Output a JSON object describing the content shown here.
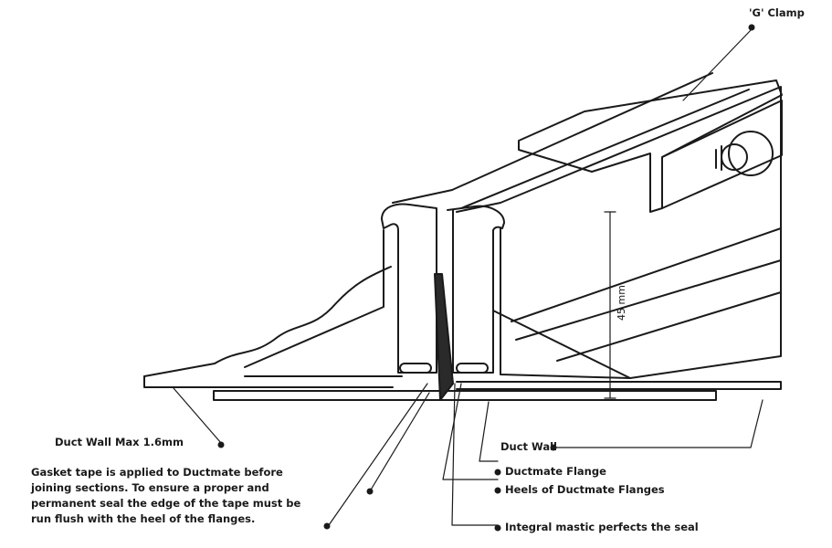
{
  "labels": {
    "g_clamp": "'G' Clamp",
    "duct_wall_max": "Duct Wall Max 1.6mm",
    "duct_wall": "Duct Wall",
    "ductmate_flange": "Ductmate Flange",
    "heels": "Heels of Ductmate Flanges",
    "mastic": "Integral mastic perfects the seal",
    "gasket_line1": "Gasket tape is applied to Ductmate before",
    "gasket_line2": "joining sections. To ensure a proper and",
    "gasket_line3": "permanent seal the edge of the tape must be",
    "gasket_line4": "run flush with the heel of the flanges.",
    "dimension": "45 mm"
  },
  "colors": {
    "ink": "#1a1a1a",
    "paper": "#ffffff",
    "shade": "#cfcfcf",
    "mastic": "#2a2a2a"
  }
}
